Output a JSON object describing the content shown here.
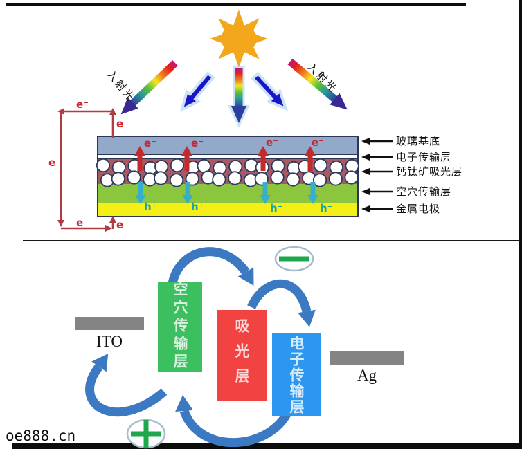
{
  "top_diagram": {
    "incident_light_left": "入射光",
    "incident_light_right": "入射光",
    "cell_electron_labels": [
      "e⁻",
      "e⁻",
      "e⁻",
      "e⁻"
    ],
    "cell_hole_labels": [
      "h⁺",
      "h⁺",
      "h⁺",
      "h⁺"
    ],
    "circuit_electron_labels": [
      "e⁻",
      "e⁻",
      "e⁻",
      "e⁻",
      "e⁻"
    ],
    "layers": [
      {
        "label": "玻璃基底",
        "color": "#93a9ca"
      },
      {
        "label": "电子传输层",
        "color": "#fdfdfd"
      },
      {
        "label": "钙钛矿吸光层",
        "color": "#a85a64"
      },
      {
        "label": "空穴传输层",
        "color": "#8cc63e"
      },
      {
        "label": "金属电极",
        "color": "#f4ef17"
      }
    ],
    "colors": {
      "sun": "#f3a71b",
      "electron_arrow": "#c22b2b",
      "hole_arrow": "#38aecb",
      "circuit_wire": "#b23a42",
      "pointer_arrow": "#111111"
    }
  },
  "bottom_diagram": {
    "boxes": [
      {
        "label": "空穴传输层",
        "color": "#3cbf5f"
      },
      {
        "label": "吸光层",
        "color": "#f24343"
      },
      {
        "label": "电子传输层",
        "color": "#2d97ef"
      }
    ],
    "electrodes": [
      {
        "label": "ITO"
      },
      {
        "label": "Ag"
      }
    ],
    "negative_symbol": "−",
    "positive_symbol": "+",
    "colors": {
      "flow_arrow": "#3b79c3",
      "electrode_bar": "#848484",
      "sign_green": "#1ea84d"
    }
  },
  "watermark": "oe888.cn"
}
